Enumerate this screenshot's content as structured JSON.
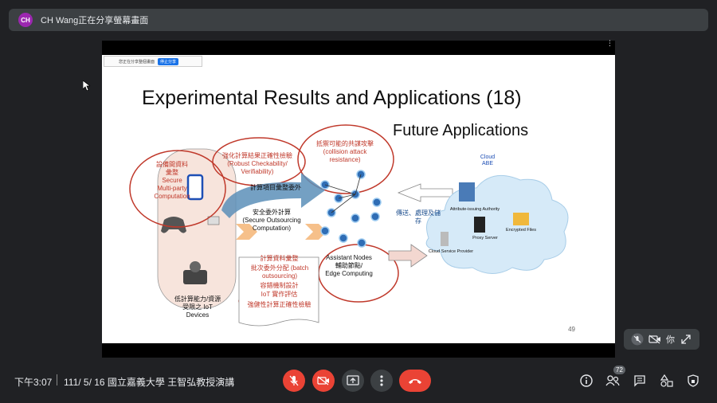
{
  "header": {
    "avatar_initials": "CH",
    "title": "CH Wang正在分享螢幕畫面"
  },
  "slide": {
    "mini_bar": {
      "sharing_text": "您正在分享整個畫面",
      "stop_label": "停止分享"
    },
    "title": "Experimental Results and Applications (18)",
    "subtitle": "Future Applications",
    "page_number": "49",
    "labels": {
      "device_sharing": "設備間資料\n彙整\nSecure\nMulti-party\nComputation",
      "robust": "強化計算結果正確性檢驗\n(Robust Checkability/\nVerifiability)",
      "collision": "抵禦可能的共謀攻擊\n(collision attack\nresistance)",
      "aggregation_out": "計算項目彙整委外",
      "secure_outsourcing": "安全委外計算\n(Secure Outsourcing\nComputation)",
      "assistant_nodes": "Assistant Nodes\n輔助節點/\nEdge Computing",
      "low_power": "低計算能力/資源\n受限之 IoT\nDevices",
      "box_line1": "計算資料彙整",
      "box_line2": "批次委外分配 (batch\noutsourcing)",
      "box_line3": "容錯機制設計",
      "box_line4": "IoT 實作評估",
      "box_line5": "強健性計算正確性檢驗",
      "transfer": "傳送、處理及儲\n存",
      "cloud_title": "Cloud\nABE",
      "attr_authority": "Attribute-issuing Authority",
      "proxy": "Proxy Server",
      "encrypted": "Encrypted Files",
      "csp": "Cloud Service Provider"
    }
  },
  "selfview": {
    "name": "你"
  },
  "bottom": {
    "time": "下午3:07",
    "meeting": "111/ 5/ 16 國立嘉義大學 王智弘教授演講",
    "participants_count": "72"
  },
  "colors": {
    "accent_red": "#ea4335",
    "bar_bg": "#3c4043",
    "bg": "#202124"
  }
}
